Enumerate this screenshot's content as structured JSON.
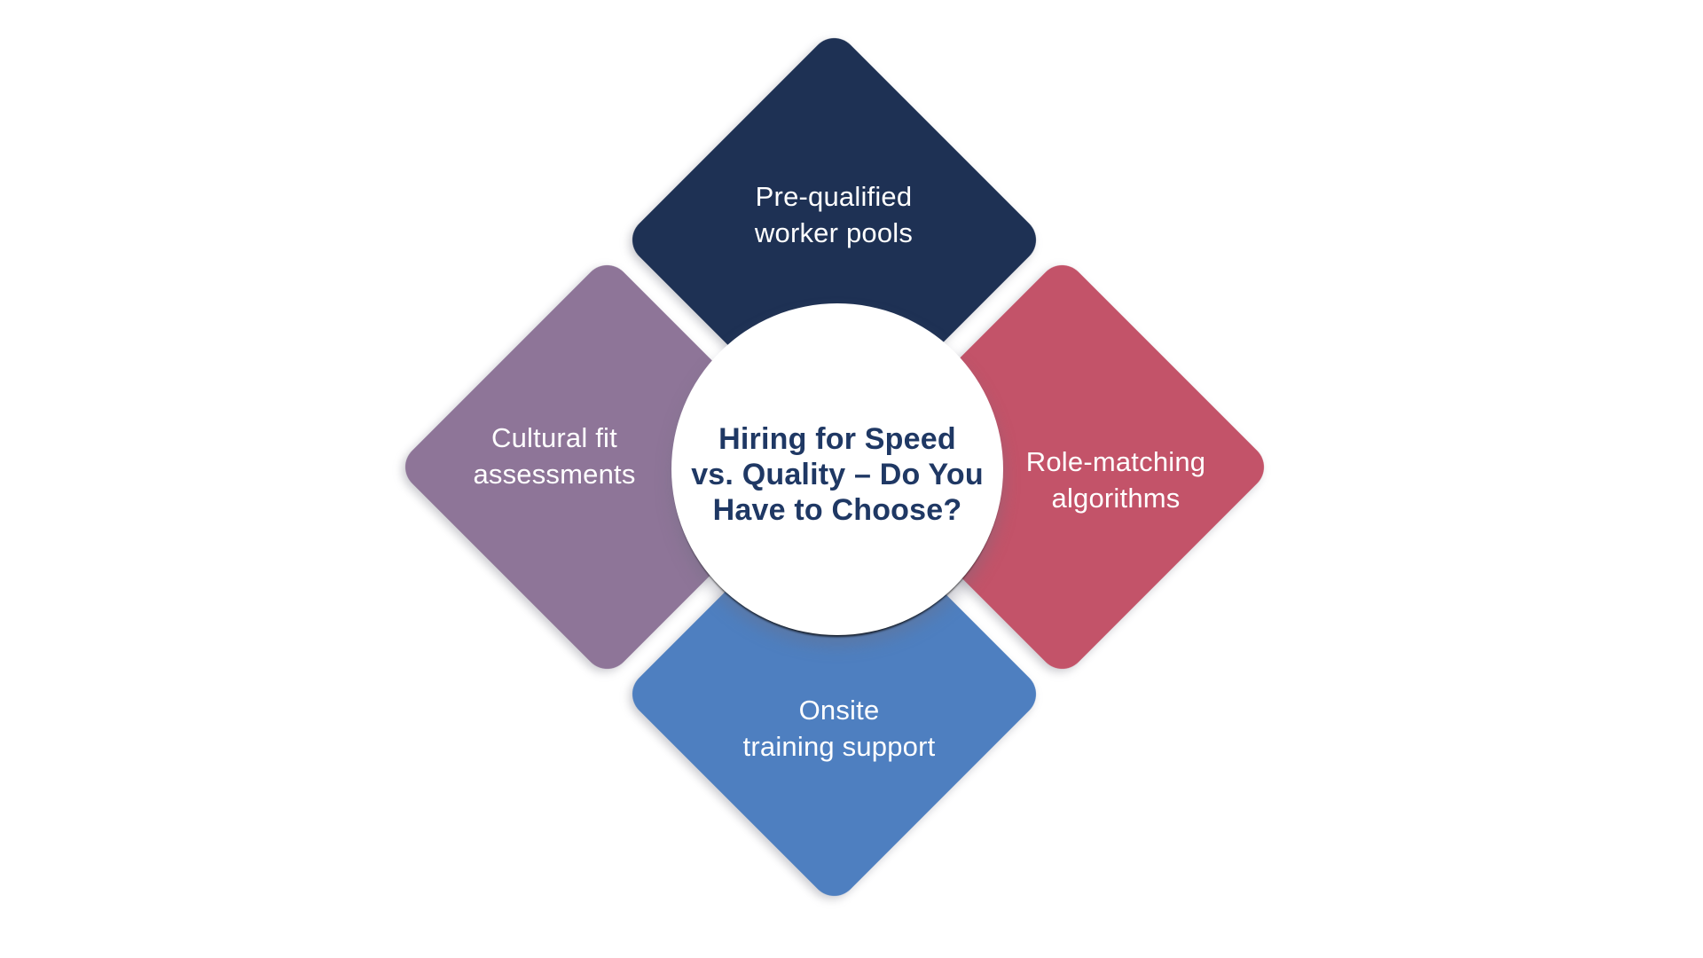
{
  "diagram": {
    "page_background": "#ffffff",
    "label_text_color": "#ffffff",
    "center": {
      "title_text": "Hiring for Speed vs. Quality – Do You Have to Choose?",
      "lines": [
        "Hiring for Speed",
        "vs. Quality – Do You",
        "Have to Choose?"
      ],
      "text_color": "#1f3864",
      "background": "#ffffff"
    },
    "nodes": {
      "top": {
        "label": "Pre-qualified worker pools",
        "lines": [
          "Pre-qualified",
          "worker pools"
        ],
        "color": "#1e3154"
      },
      "left": {
        "label": "Cultural fit assessments",
        "lines": [
          "Cultural fit",
          "assessments"
        ],
        "color": "#8e7598"
      },
      "right": {
        "label": "Role-matching algorithms",
        "lines": [
          "Role-matching",
          "algorithms"
        ],
        "color": "#c35369"
      },
      "bottom": {
        "label": "Onsite training support",
        "lines": [
          "Onsite",
          "training support"
        ],
        "color": "#4e7fc0"
      }
    }
  }
}
